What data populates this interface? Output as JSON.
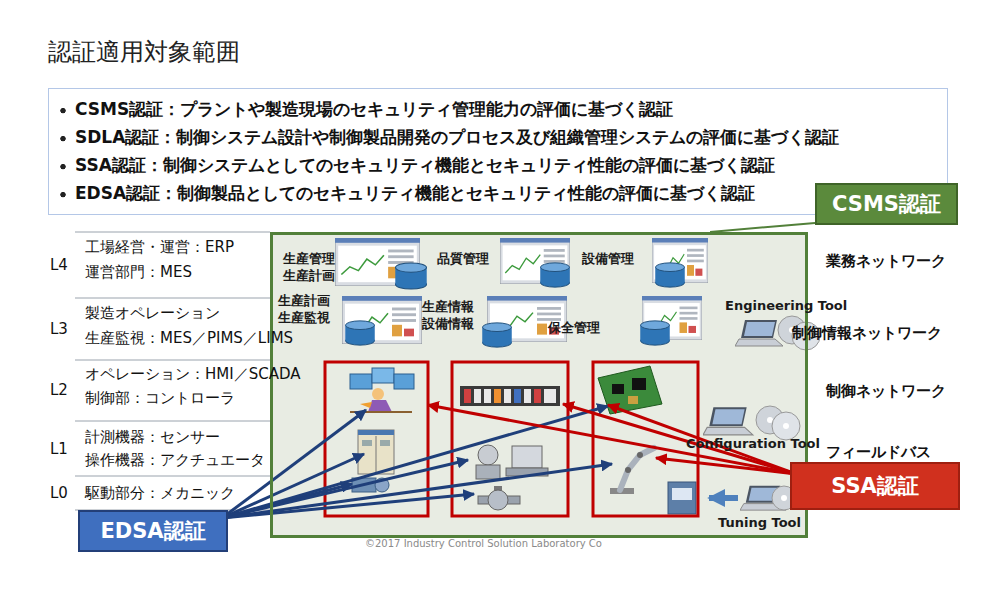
{
  "diagram": {
    "title": "認証適用対象範囲",
    "nodes": [
      {
        "text": [
          "CSMS認証：プラントや製造現場のセキュリティ管理能力の評価に基づく認証",
          "SDLA認証：制御システム設計や制御製品開発のプロセス及び組織管理システムの評価に基づく認証",
          "SSA認証：制御システムとしてのセキュリティ機能とセキュリティ性能の評価に基づく認証",
          "EDSA認証：制御製品としてのセキュリティ機能とセキュリティ性能の評価に基づく認証"
        ]
      },
      {
        "text": [
          "CSMS認証"
        ]
      },
      {
        "text": [
          "生産管理 生産計画",
          "品質管理",
          "設備管理",
          "生産計画 生産監視",
          "生産情報 設備情報",
          "保全管理",
          "Engineering Tool",
          "Configuration Tool",
          "Tuning Tool"
        ]
      },
      {
        "text": [
          "SSA認証"
        ]
      },
      {
        "text": [
          "EDSA認証"
        ]
      }
    ],
    "edges": [
      {
        "from": 1,
        "to": 2,
        "arrow": "none"
      }
    ],
    "labels": [
      "L4",
      "工場経営・運営：ERP",
      "運営部門：MES",
      "L3",
      "製造オペレーション",
      "生産監視：MES／PIMS／LIMS",
      "L2",
      "オペレーション：HMI／SCADA",
      "制御部：コントローラ",
      "L1",
      "計測機器：センサー",
      "操作機器：アクチュエータ",
      "L0",
      "駆動部分：メカニック",
      "業務ネットワーク",
      "制御情報ネットワーク",
      "制御ネットワーク",
      "フィールドバス",
      "©2017 Industry Control Solution Laboratory Co"
    ]
  }
}
